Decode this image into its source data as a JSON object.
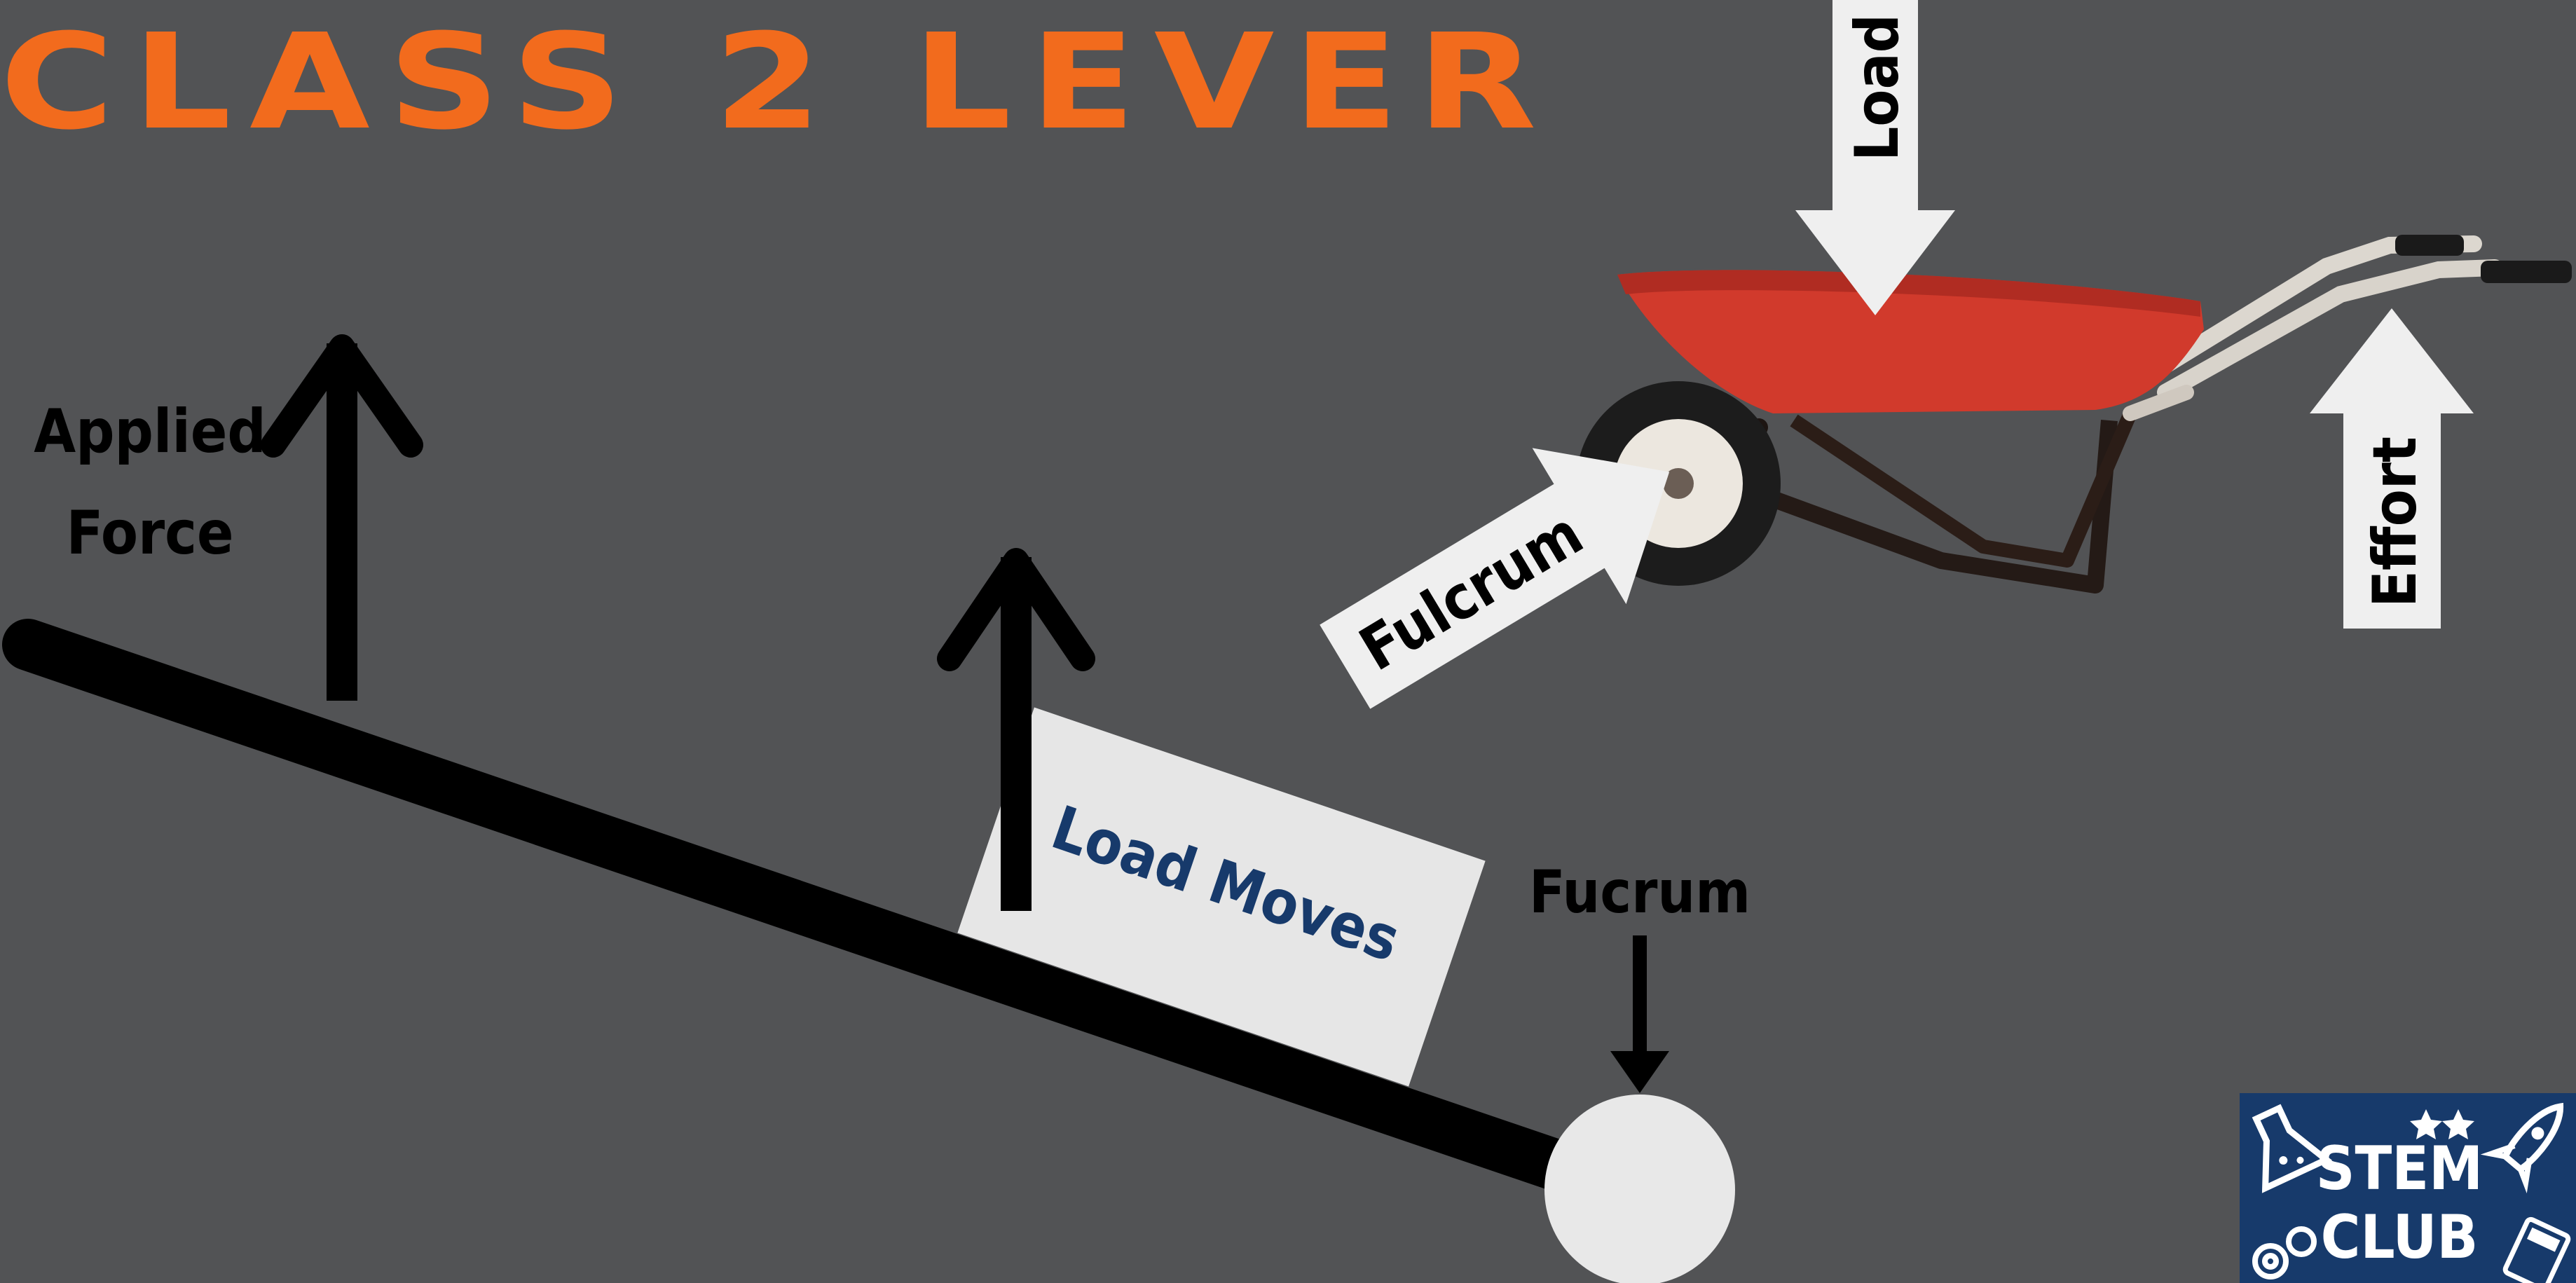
{
  "title": "CLASS 2 LEVER",
  "lever_diagram": {
    "applied_force_line1": "Applied",
    "applied_force_line2": "Force",
    "load_label": "Load Moves",
    "fulcrum_label": "Fucrum"
  },
  "wheelbarrow": {
    "load_label": "Load",
    "effort_label": "Effort",
    "fulcrum_label": "Fulcrum"
  },
  "logo": {
    "line1": "STEM",
    "line2": "CLUB"
  },
  "colors": {
    "background": "#525355",
    "title": "#f26b1d",
    "load_text": "#173a6b",
    "arrow_fill": "#efefef",
    "barrow_tray": "#d13a2c",
    "logo_bg": "#173a6b"
  }
}
